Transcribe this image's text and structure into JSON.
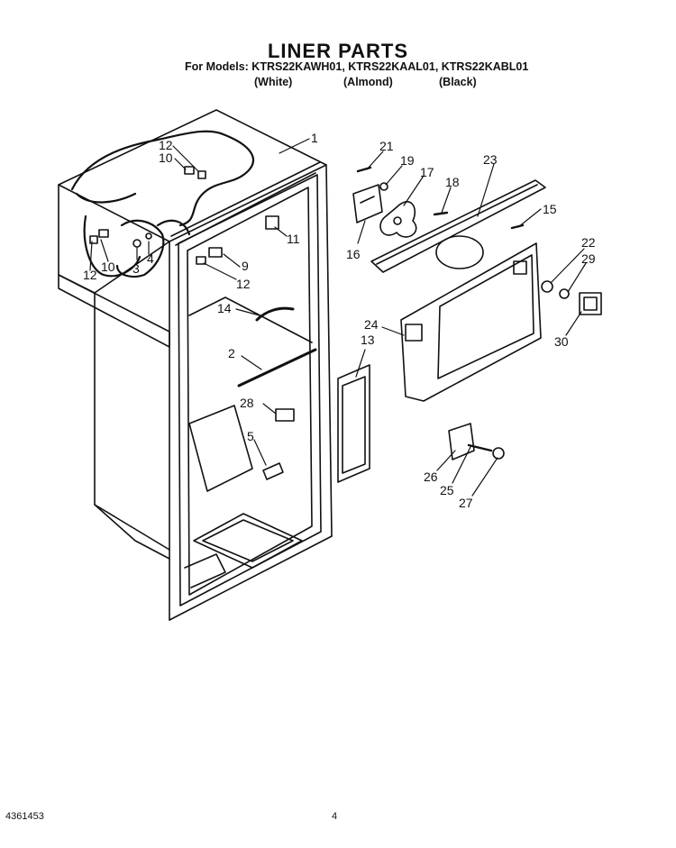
{
  "header": {
    "title": "LINER PARTS",
    "models_line": "For Models: KTRS22KAWH01, KTRS22KAAL01, KTRS22KABL01",
    "colors": [
      "(White)",
      "(Almond)",
      "(Black)"
    ]
  },
  "callouts": [
    "1",
    "2",
    "3",
    "4",
    "5",
    "9",
    "10",
    "10",
    "11",
    "12",
    "12",
    "12",
    "13",
    "14",
    "15",
    "16",
    "17",
    "18",
    "19",
    "21",
    "22",
    "23",
    "24",
    "25",
    "26",
    "27",
    "28",
    "29",
    "30"
  ],
  "footer": {
    "doc_number": "4361453",
    "page_number": "4"
  }
}
